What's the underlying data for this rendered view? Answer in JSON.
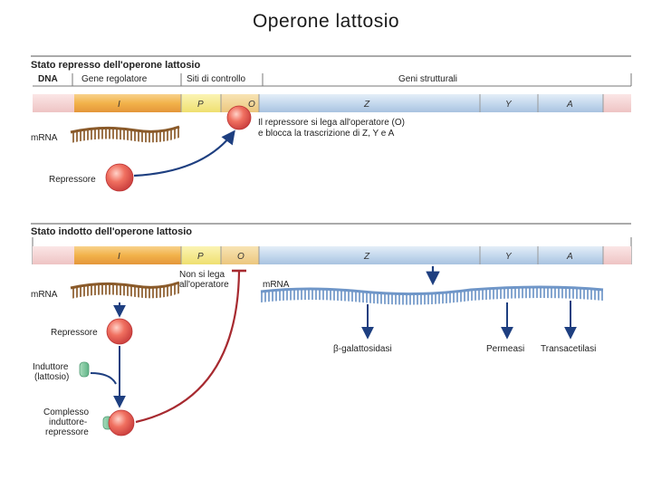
{
  "title": "Operone lattosio",
  "repressed": {
    "header": "Stato represso dell'operone lattosio",
    "region_labels": {
      "dna": "DNA",
      "regulator": "Gene regolatore",
      "control": "Siti di controllo",
      "structural": "Geni strutturali"
    },
    "genes": {
      "i": "I",
      "p": "P",
      "o": "O",
      "z": "Z",
      "y": "Y",
      "a": "A"
    },
    "mrna_label": "mRNA",
    "repressor_label": "Repressore",
    "note_line1": "Il repressore si lega all'operatore (O)",
    "note_line2": "e blocca la trascrizione di Z, Y e A"
  },
  "induced": {
    "header": "Stato indotto dell'operone lattosio",
    "genes": {
      "i": "I",
      "p": "P",
      "o": "O",
      "z": "Z",
      "y": "Y",
      "a": "A"
    },
    "mrna_left_label": "mRNA",
    "no_bind_line1": "Non si lega",
    "no_bind_line2": "all'operatore",
    "mrna_right_label": "mRNA",
    "repressor_label": "Repressore",
    "inducer_line1": "Induttore",
    "inducer_line2": "(lattosio)",
    "complex_line1": "Complesso",
    "complex_line2": "induttore-",
    "complex_line3": "repressore",
    "products": {
      "beta_gal": "β-galattosidasi",
      "permease": "Permeasi",
      "transacetylase": "Transacetilasi"
    }
  },
  "colors": {
    "regulator_gene": "#f2b24a",
    "promoter": "#f5ea7a",
    "operator": "#f1d28a",
    "structural_genes": "#c5d9ee",
    "dna_edge": "#f0cccc",
    "arrow_blue": "#1e3f80",
    "inhibition_red": "#a72a30",
    "repressor": "#e45a5a",
    "inducer": "#7fc9a1",
    "mrna_brown": "#8a5a2a",
    "mrna_blue": "#6f96c8"
  }
}
